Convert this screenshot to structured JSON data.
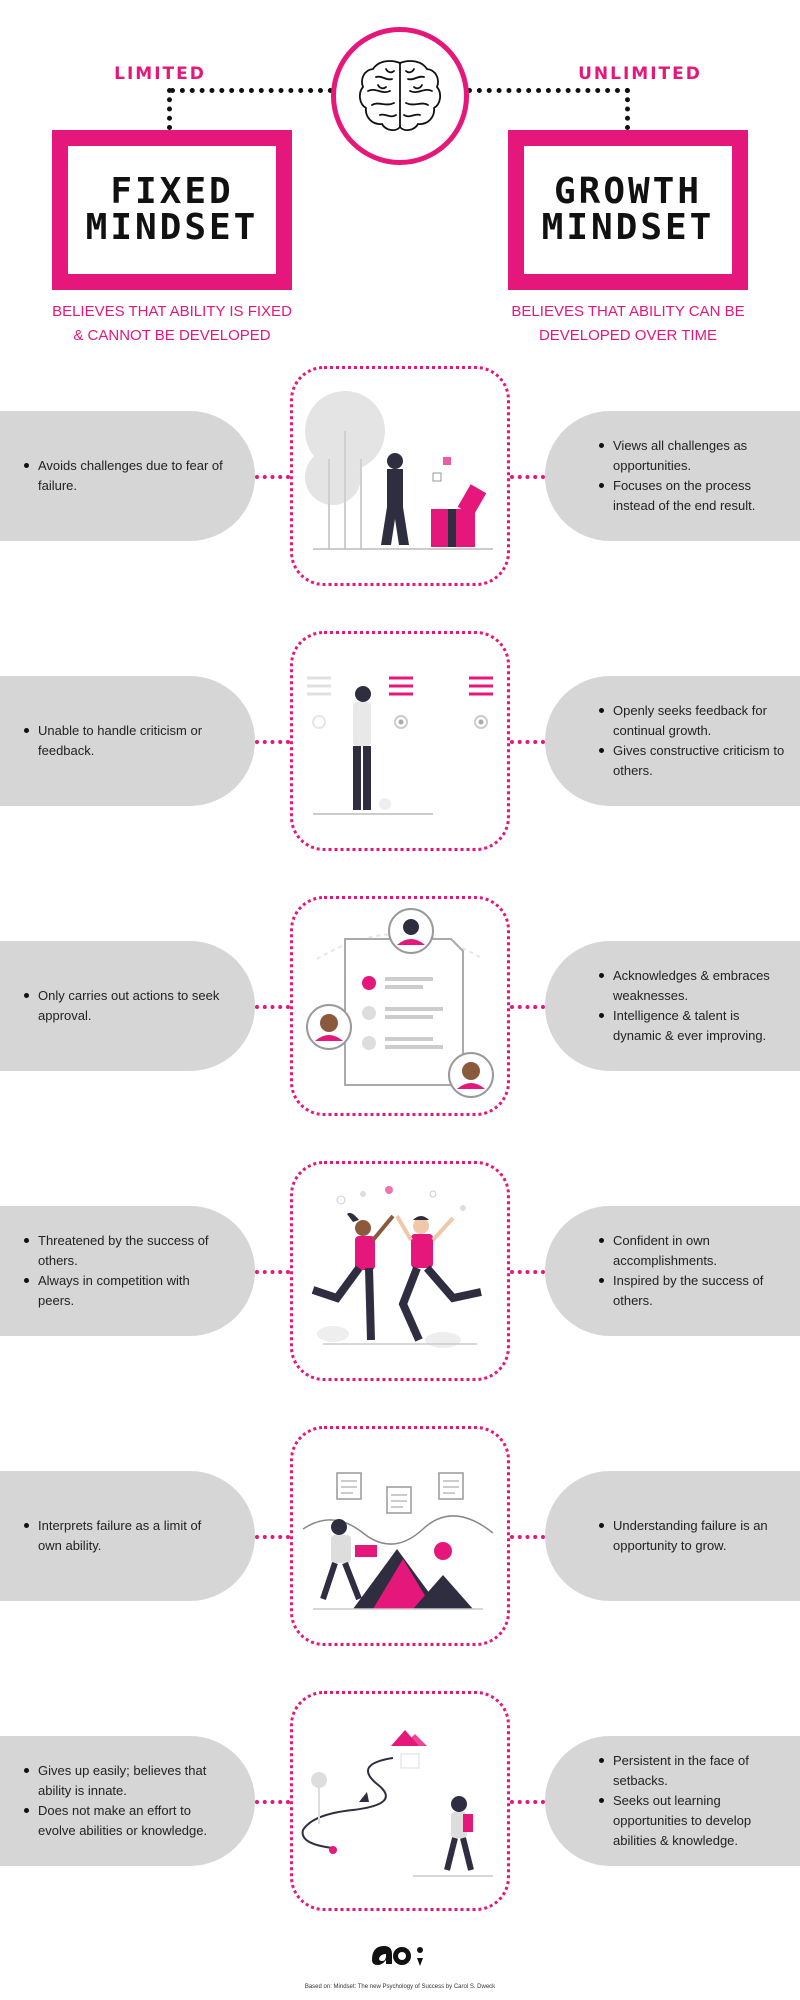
{
  "header": {
    "left_label": "LIMITED",
    "right_label": "UNLIMITED",
    "left_title_line1": "FIXED",
    "left_title_line2": "MINDSET",
    "right_title_line1": "GROWTH",
    "right_title_line2": "MINDSET",
    "left_belief_line1": "BELIEVES THAT ABILITY IS FIXED",
    "left_belief_line2": "& CANNOT BE DEVELOPED",
    "right_belief_line1": "BELIEVES THAT ABILITY CAN BE",
    "right_belief_line2": "DEVELOPED OVER TIME"
  },
  "rows": [
    {
      "fixed": [
        "Avoids challenges due to fear of failure."
      ],
      "growth": [
        "Views all challenges as opportunities.",
        "Focuses on the process instead of the end result."
      ]
    },
    {
      "fixed": [
        "Unable to handle criticism or feedback."
      ],
      "growth": [
        "Openly seeks feedback for continual growth.",
        "Gives constructive criticism to others."
      ]
    },
    {
      "fixed": [
        "Only carries out actions to seek approval."
      ],
      "growth": [
        "Acknowledges & embraces weaknesses.",
        "Intelligence & talent is dynamic & ever improving."
      ]
    },
    {
      "fixed": [
        "Threatened by the success of others.",
        "Always in competition with peers."
      ],
      "growth": [
        "Confident in own accomplishments.",
        "Inspired by the success of others."
      ]
    },
    {
      "fixed": [
        "Interprets failure as a limit of own ability."
      ],
      "growth": [
        "Understanding failure is an opportunity to grow."
      ]
    },
    {
      "fixed": [
        "Gives up easily; believes that ability is innate.",
        "Does not make an effort to evolve abilities or knowledge."
      ],
      "growth": [
        "Persistent in the face of setbacks.",
        "Seeks out learning opportunities to develop abilities & knowledge."
      ]
    }
  ],
  "footer": {
    "logo_text": "ao;",
    "note": "Based on: Mindset: The new Psychology of Success by Carol S. Dweck"
  },
  "colors": {
    "accent": "#e6177a",
    "pill": "#d6d6d6",
    "ink": "#111111"
  },
  "icons": [
    "brain-icon",
    "gift-illustration",
    "menu-illustration",
    "checklist-illustration",
    "celebration-illustration",
    "presentation-illustration",
    "path-illustration"
  ]
}
